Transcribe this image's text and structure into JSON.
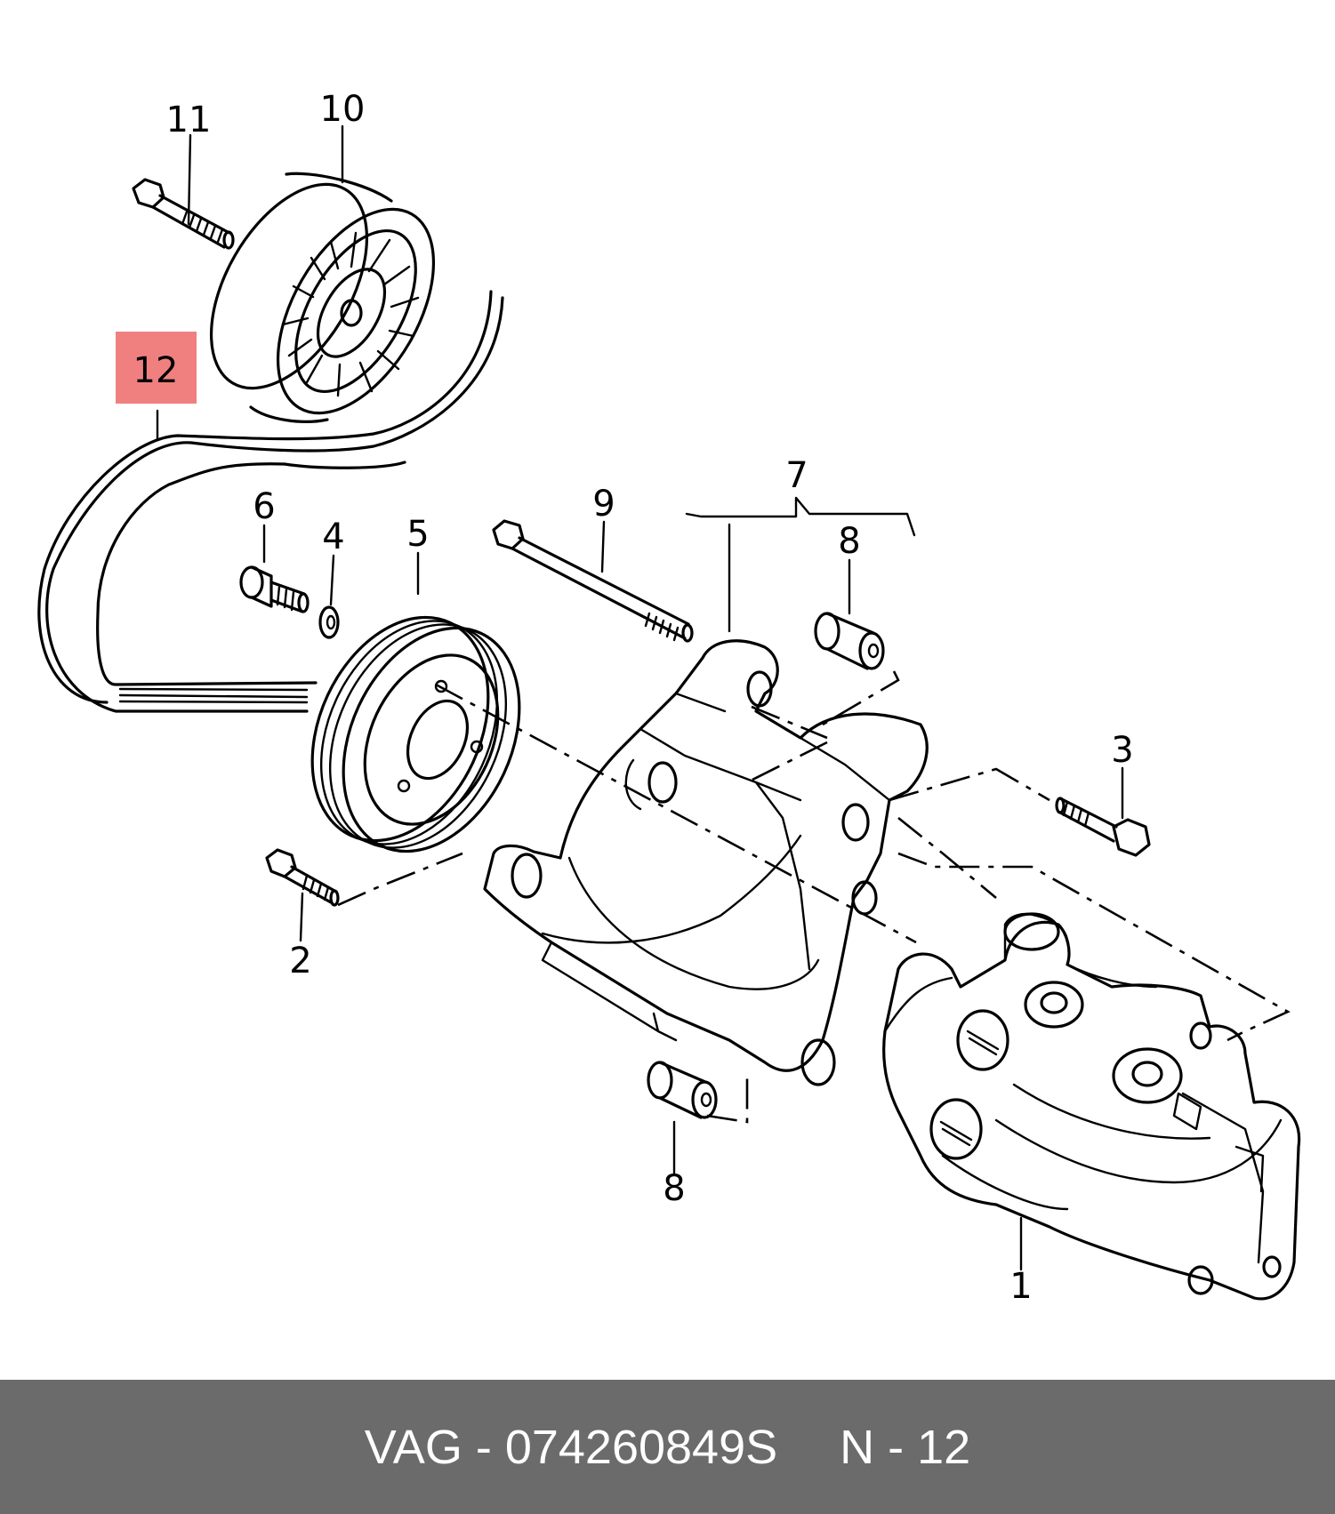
{
  "callouts": {
    "c1": "1",
    "c2": "2",
    "c3": "3",
    "c4": "4",
    "c5": "5",
    "c6": "6",
    "c7": "7",
    "c8a": "8",
    "c8b": "8",
    "c9": "9",
    "c10": "10",
    "c11": "11",
    "c12": "12"
  },
  "highlight": {
    "callout": "12",
    "color": "#f08080"
  },
  "footer": {
    "part_ref": "VAG - 074260849S",
    "position_ref": "N - 12"
  },
  "colors": {
    "footer_bg": "#6b6b6b",
    "footer_text": "#ffffff",
    "line": "#000000"
  }
}
